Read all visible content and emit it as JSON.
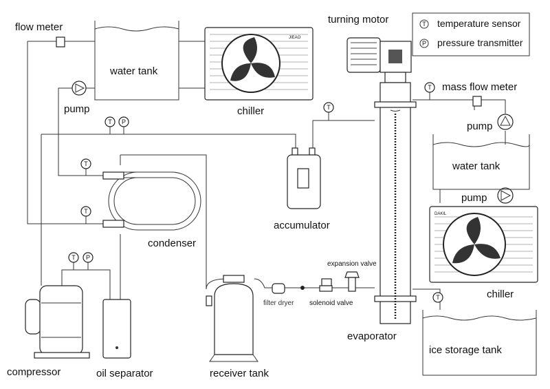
{
  "legend": {
    "sensor_symbol": "T",
    "sensor_label": "temperature sensor",
    "transmitter_symbol": "P",
    "transmitter_label": "pressure transmitter"
  },
  "labels": {
    "flow_meter": "flow meter",
    "water_tank_left": "water tank",
    "chiller_top": "chiller",
    "pump_left": "pump",
    "turning_motor": "turning motor",
    "mass_flow_meter": "mass flow meter",
    "pump_right_top": "pump",
    "water_tank_right": "water tank",
    "pump_right_bottom": "pump",
    "chiller_right": "chiller",
    "accumulator": "accumulator",
    "condenser": "condenser",
    "expansion_valve": "expansion valve",
    "filter_dryer": "filter dryer",
    "solenoid_valve": "solenoid valve",
    "evaporator": "evaporator",
    "ice_storage_tank": "ice storage tank",
    "compressor": "compressor",
    "oil_separator": "oil separator",
    "receiver_tank": "receiver tank"
  },
  "sensor_symbols": {
    "t": "T",
    "p": "P"
  },
  "logos": {
    "chiller_top": "JIEAO",
    "chiller_right": "DAKIL"
  }
}
